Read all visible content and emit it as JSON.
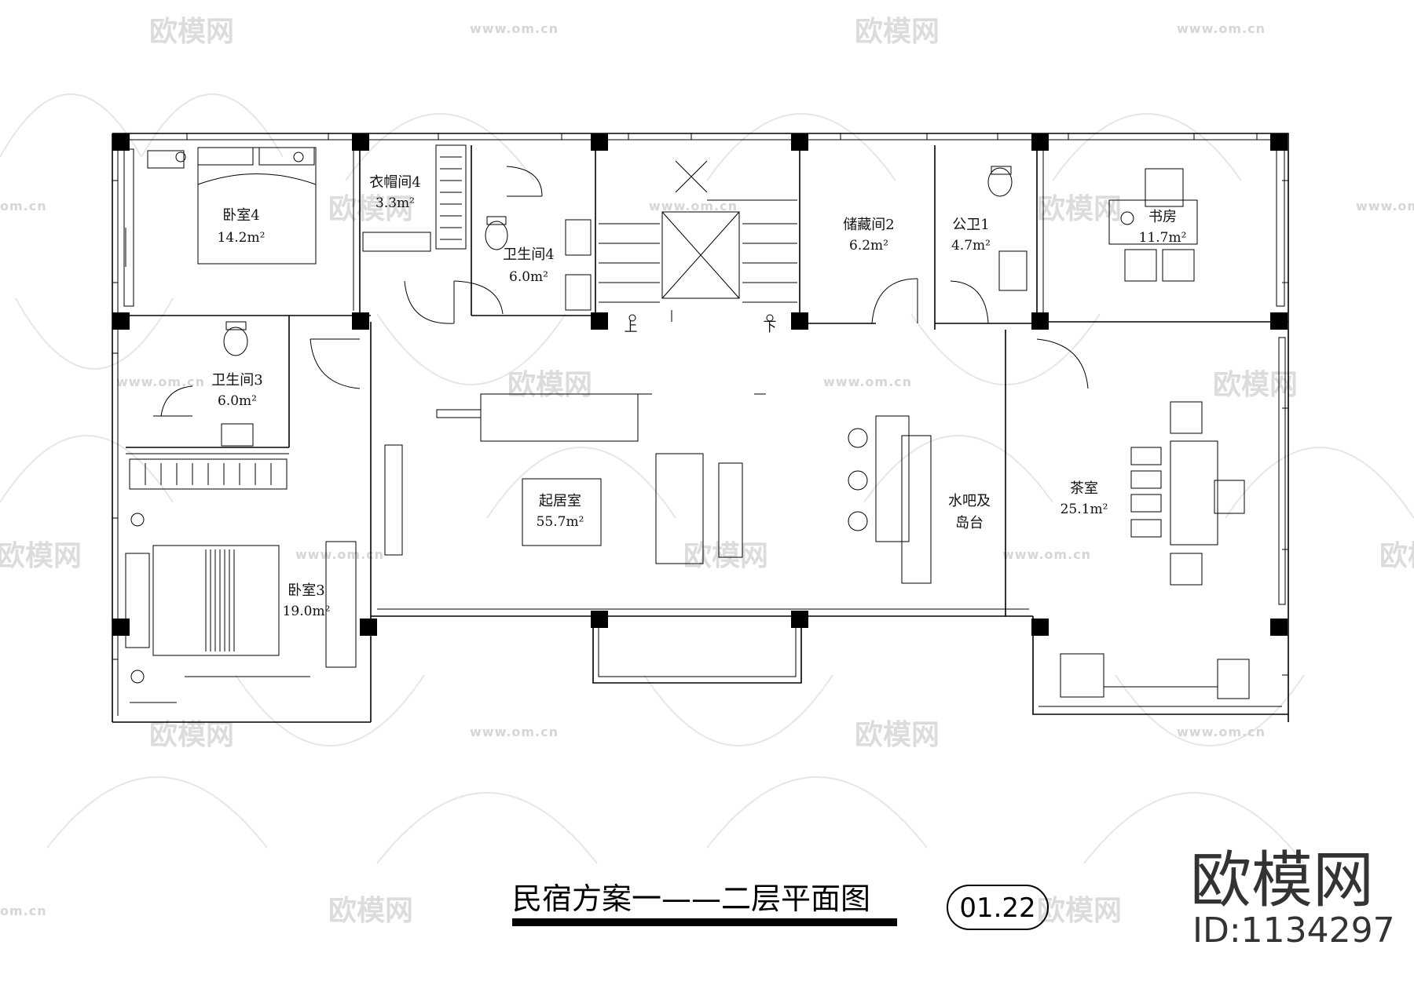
{
  "drawing": {
    "title": "民宿方案一——二层平面图",
    "sheet_number": "01.22"
  },
  "rooms": [
    {
      "id": "bedroom4",
      "name": "卧室4",
      "area": "14.2m²"
    },
    {
      "id": "cloakroom4",
      "name": "衣帽间4",
      "area": "3.3m²"
    },
    {
      "id": "bathroom4",
      "name": "卫生间4",
      "area": "6.0m²"
    },
    {
      "id": "storage2",
      "name": "储藏间2",
      "area": "6.2m²"
    },
    {
      "id": "publicwc1",
      "name": "公卫1",
      "area": "4.7m²"
    },
    {
      "id": "study",
      "name": "书房",
      "area": "11.7m²"
    },
    {
      "id": "bathroom3",
      "name": "卫生间3",
      "area": "6.0m²"
    },
    {
      "id": "living",
      "name": "起居室",
      "area": "55.7m²"
    },
    {
      "id": "bar",
      "name": "水吧及",
      "area": "岛台"
    },
    {
      "id": "tearoom",
      "name": "茶室",
      "area": "25.1m²"
    },
    {
      "id": "bedroom3",
      "name": "卧室3",
      "area": "19.0m²"
    }
  ],
  "stairs": {
    "up": "上",
    "down": "下"
  },
  "watermark": {
    "brand": "欧模网",
    "url": "www.om.cn",
    "url_short": "om.cn"
  },
  "brand_mark": {
    "name": "欧模网",
    "id": "ID:1134297"
  }
}
